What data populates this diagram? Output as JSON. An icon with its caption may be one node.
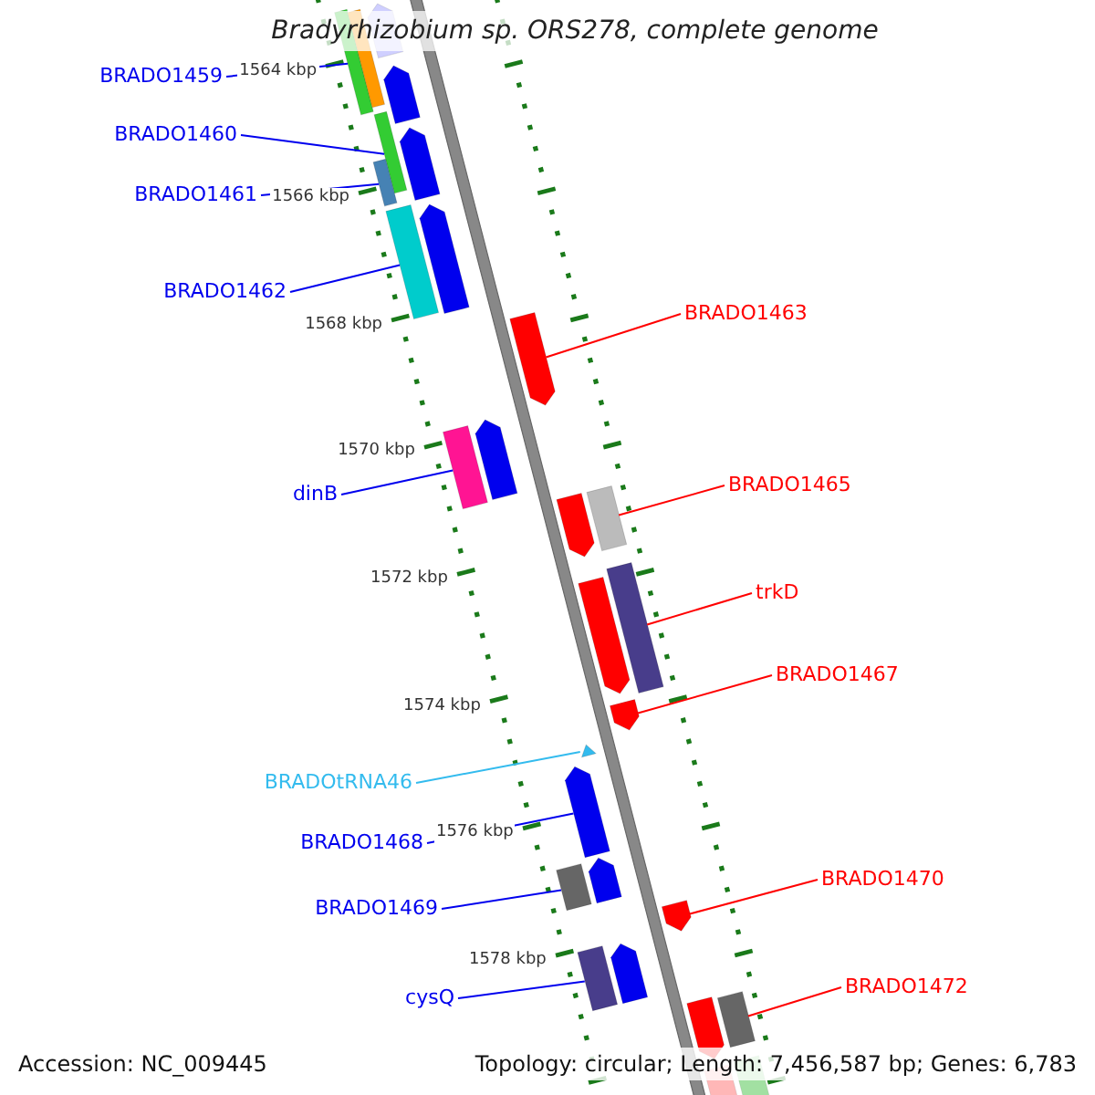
{
  "diagram": {
    "title": "Bradyrhizobium sp. ORS278, complete genome",
    "nodes": [
      {
        "text": [
          "BRADO1459"
        ]
      },
      {
        "text": [],
        "shape": "box"
      },
      {
        "text": [
          "BRADO1460"
        ]
      },
      {
        "text": [],
        "shape": "box"
      },
      {
        "text": [
          "BRADO1461"
        ]
      },
      {
        "text": [],
        "shape": "box"
      },
      {
        "text": [
          "BRADO1462"
        ]
      },
      {
        "text": [],
        "shape": "box"
      },
      {
        "text": [
          "BRADO1463"
        ]
      },
      {
        "text": [],
        "shape": "pentagon"
      },
      {
        "text": [
          "dinB"
        ]
      },
      {
        "text": [],
        "shape": "box"
      },
      {
        "text": [
          "BRADO1465"
        ]
      },
      {
        "text": [],
        "shape": "box"
      },
      {
        "text": [
          "trkD"
        ]
      },
      {
        "text": [],
        "shape": "box"
      },
      {
        "text": [
          "BRADO1467"
        ]
      },
      {
        "text": [],
        "shape": "pentagon"
      },
      {
        "text": [
          "BRADOtRNA46"
        ]
      },
      {
        "text": [],
        "shape": "triangle"
      },
      {
        "text": [
          "BRADO1468"
        ]
      },
      {
        "text": [],
        "shape": "pentagon"
      },
      {
        "text": [
          "BRADO1469"
        ]
      },
      {
        "text": [],
        "shape": "box"
      },
      {
        "text": [
          "BRADO1470"
        ]
      },
      {
        "text": [],
        "shape": "pentagon"
      },
      {
        "text": [
          "cysQ"
        ]
      },
      {
        "text": [],
        "shape": "box"
      },
      {
        "text": [
          "BRADO1472"
        ]
      },
      {
        "text": [],
        "shape": "box"
      },
      {
        "text": [],
        "shape": "pentagon"
      },
      {
        "text": [],
        "shape": "box"
      },
      {
        "text": [],
        "shape": "pentagon"
      },
      {
        "text": [],
        "shape": "pentagon"
      },
      {
        "text": [],
        "shape": "pentagon"
      },
      {
        "text": [],
        "shape": "pentagon"
      },
      {
        "text": [],
        "shape": "pentagon"
      },
      {
        "text": [],
        "shape": "pentagon"
      },
      {
        "text": [],
        "shape": "pentagon"
      },
      {
        "text": [],
        "shape": "pentagon"
      },
      {
        "text": [],
        "shape": "pentagon"
      },
      {
        "text": [],
        "shape": "pentagon"
      },
      {
        "text": [],
        "shape": "box"
      }
    ],
    "edges": [
      {
        "from": 0,
        "to": 1,
        "arrow": "none"
      },
      {
        "from": 2,
        "to": 3,
        "arrow": "none"
      },
      {
        "from": 4,
        "to": 5,
        "arrow": "none"
      },
      {
        "from": 6,
        "to": 7,
        "arrow": "none"
      },
      {
        "from": 8,
        "to": 9,
        "arrow": "none",
        "color": "#ff0000"
      },
      {
        "from": 10,
        "to": 11,
        "arrow": "none"
      },
      {
        "from": 12,
        "to": 13,
        "arrow": "none",
        "color": "#ff0000"
      },
      {
        "from": 14,
        "to": 15,
        "arrow": "none",
        "color": "#ff0000"
      },
      {
        "from": 16,
        "to": 17,
        "arrow": "none",
        "color": "#ff0000"
      },
      {
        "from": 18,
        "to": 19,
        "arrow": "none",
        "color": "#33bbee"
      },
      {
        "from": 20,
        "to": 21,
        "arrow": "none"
      },
      {
        "from": 22,
        "to": 23,
        "arrow": "none"
      },
      {
        "from": 24,
        "to": 25,
        "arrow": "none",
        "color": "#ff0000"
      },
      {
        "from": 26,
        "to": 27,
        "arrow": "none"
      },
      {
        "from": 28,
        "to": 29,
        "arrow": "none",
        "color": "#ff0000"
      }
    ],
    "labels": [
      "1564 kbp",
      "1566 kbp",
      "1568 kbp",
      "1570 kbp",
      "1572 kbp",
      "1574 kbp",
      "1576 kbp",
      "1578 kbp",
      "Accession: NC_009445",
      "Topology: circular; Length: 7,456,587 bp; Genes: 6,783"
    ]
  }
}
